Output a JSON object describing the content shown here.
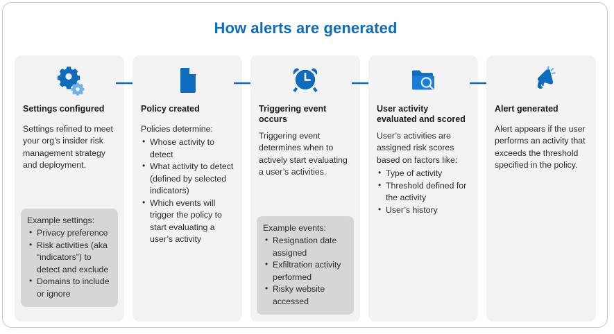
{
  "page": {
    "title": "How alerts are generated",
    "accent_color": "#0f6cbd",
    "card_bg": "#f3f3f3",
    "subbox_bg": "#d6d6d6",
    "arrow_color": "#0f6cbd"
  },
  "arrows": {
    "icon_name": "arrow-right-icon",
    "count": 4
  },
  "steps": [
    {
      "id": "settings-configured",
      "icon": "gears-icon",
      "heading": "Settings configured",
      "intro": "Settings refined to meet your org’s insider risk management strategy and deployment.",
      "bullets": [],
      "subbox": {
        "lead": "Example settings:",
        "bullets": [
          "Privacy preference",
          "Risk activities (aka “indicators”) to detect and exclude",
          "Domains to include or ignore"
        ]
      }
    },
    {
      "id": "policy-created",
      "icon": "document-icon",
      "heading": "Policy created",
      "intro": "Policies determine:",
      "bullets": [
        "Whose activity to detect",
        "What activity to detect (defined by selected indicators)",
        "Which events will trigger the policy to start evaluating a user’s activity"
      ],
      "subbox": null
    },
    {
      "id": "triggering-event-occurs",
      "icon": "alarm-clock-icon",
      "heading": "Triggering event occurs",
      "intro": "Triggering event determines when to actively start evaluating a user’s activities.",
      "bullets": [],
      "subbox": {
        "lead": "Example events:",
        "bullets": [
          "Resignation date assigned",
          "Exfiltration activity performed",
          "Risky website accessed"
        ]
      }
    },
    {
      "id": "user-activity-evaluated-and-scored",
      "icon": "folder-search-icon",
      "heading": "User activity evaluated and scored",
      "intro": "User’s activities are assigned risk scores based on factors like:",
      "bullets": [
        "Type of activity",
        "Threshold defined for the activity",
        "User’s history"
      ],
      "subbox": null
    },
    {
      "id": "alert-generated",
      "icon": "megaphone-icon",
      "heading": "Alert generated",
      "intro": "Alert appears if the user performs an activity that exceeds the threshold specified in the policy.",
      "bullets": [],
      "subbox": null
    }
  ]
}
